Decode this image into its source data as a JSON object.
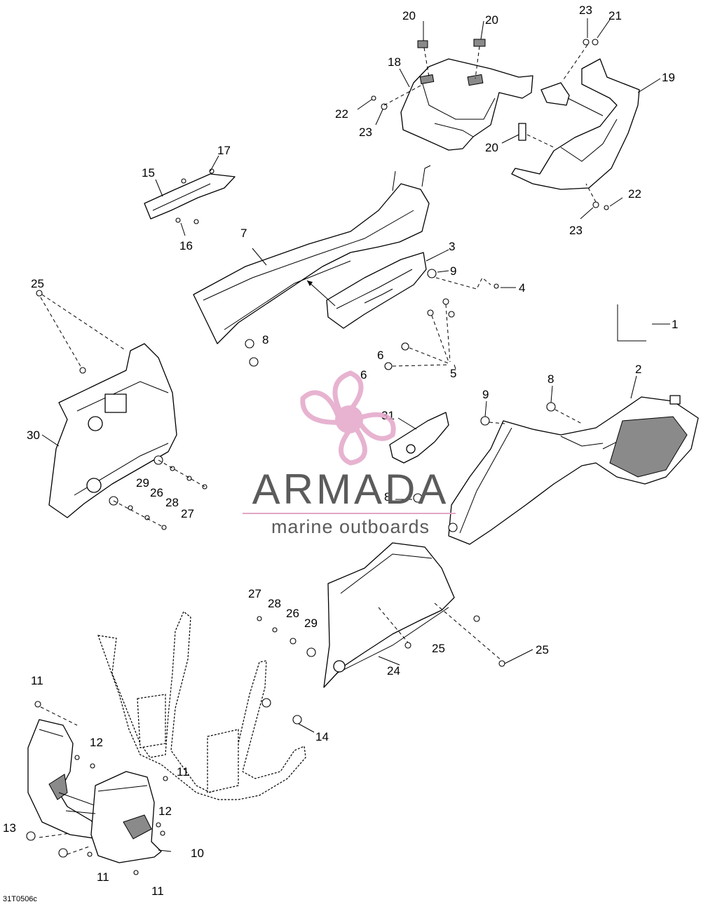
{
  "watermark": {
    "brand": "ARMADA",
    "tagline": "marine outboards",
    "logo_icon": "propeller-icon",
    "logo_color": "#e3a6c8"
  },
  "reference_code": "31T0506c",
  "callouts": {
    "c1": "1",
    "c2": "2",
    "c3": "3",
    "c4": "4",
    "c5": "5",
    "c6a": "6",
    "c6b": "6",
    "c7": "7",
    "c8a": "8",
    "c8b": "8",
    "c8c": "8",
    "c9a": "9",
    "c9b": "9",
    "c10": "10",
    "c11a": "11",
    "c11b": "11",
    "c11c": "11",
    "c11d": "11",
    "c12a": "12",
    "c12b": "12",
    "c13": "13",
    "c14": "14",
    "c15": "15",
    "c16": "16",
    "c17": "17",
    "c18": "18",
    "c19": "19",
    "c20a": "20",
    "c20b": "20",
    "c20c": "20",
    "c21": "21",
    "c22a": "22",
    "c22b": "22",
    "c23a": "23",
    "c23b": "23",
    "c23c": "23",
    "c24": "24",
    "c25a": "25",
    "c25b": "25",
    "c25c": "25",
    "c26a": "26",
    "c26b": "26",
    "c27a": "27",
    "c27b": "27",
    "c28a": "28",
    "c28b": "28",
    "c29a": "29",
    "c29b": "29",
    "c30": "30",
    "c31": "31"
  }
}
